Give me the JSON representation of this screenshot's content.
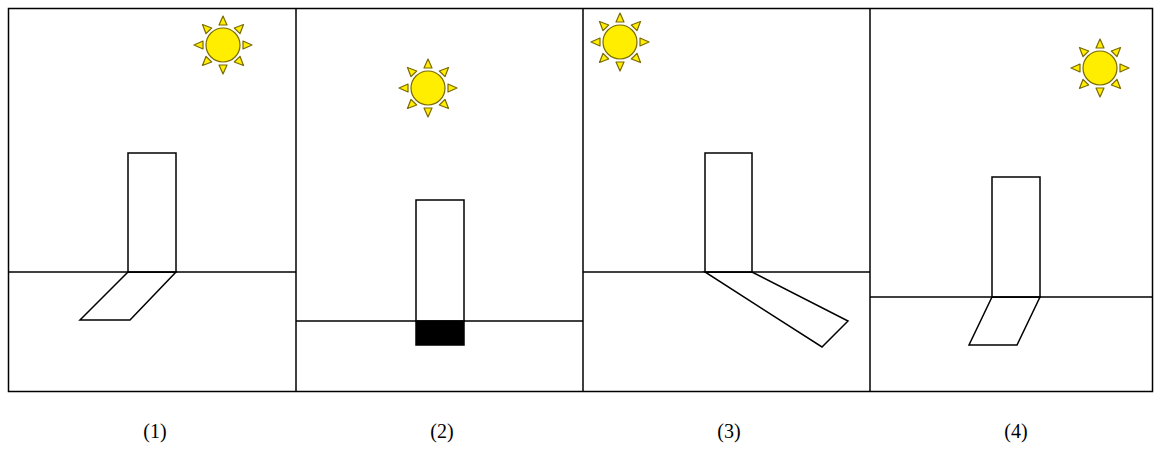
{
  "diagram": {
    "labels": [
      "(1)",
      "(2)",
      "(3)",
      "(4)"
    ]
  }
}
